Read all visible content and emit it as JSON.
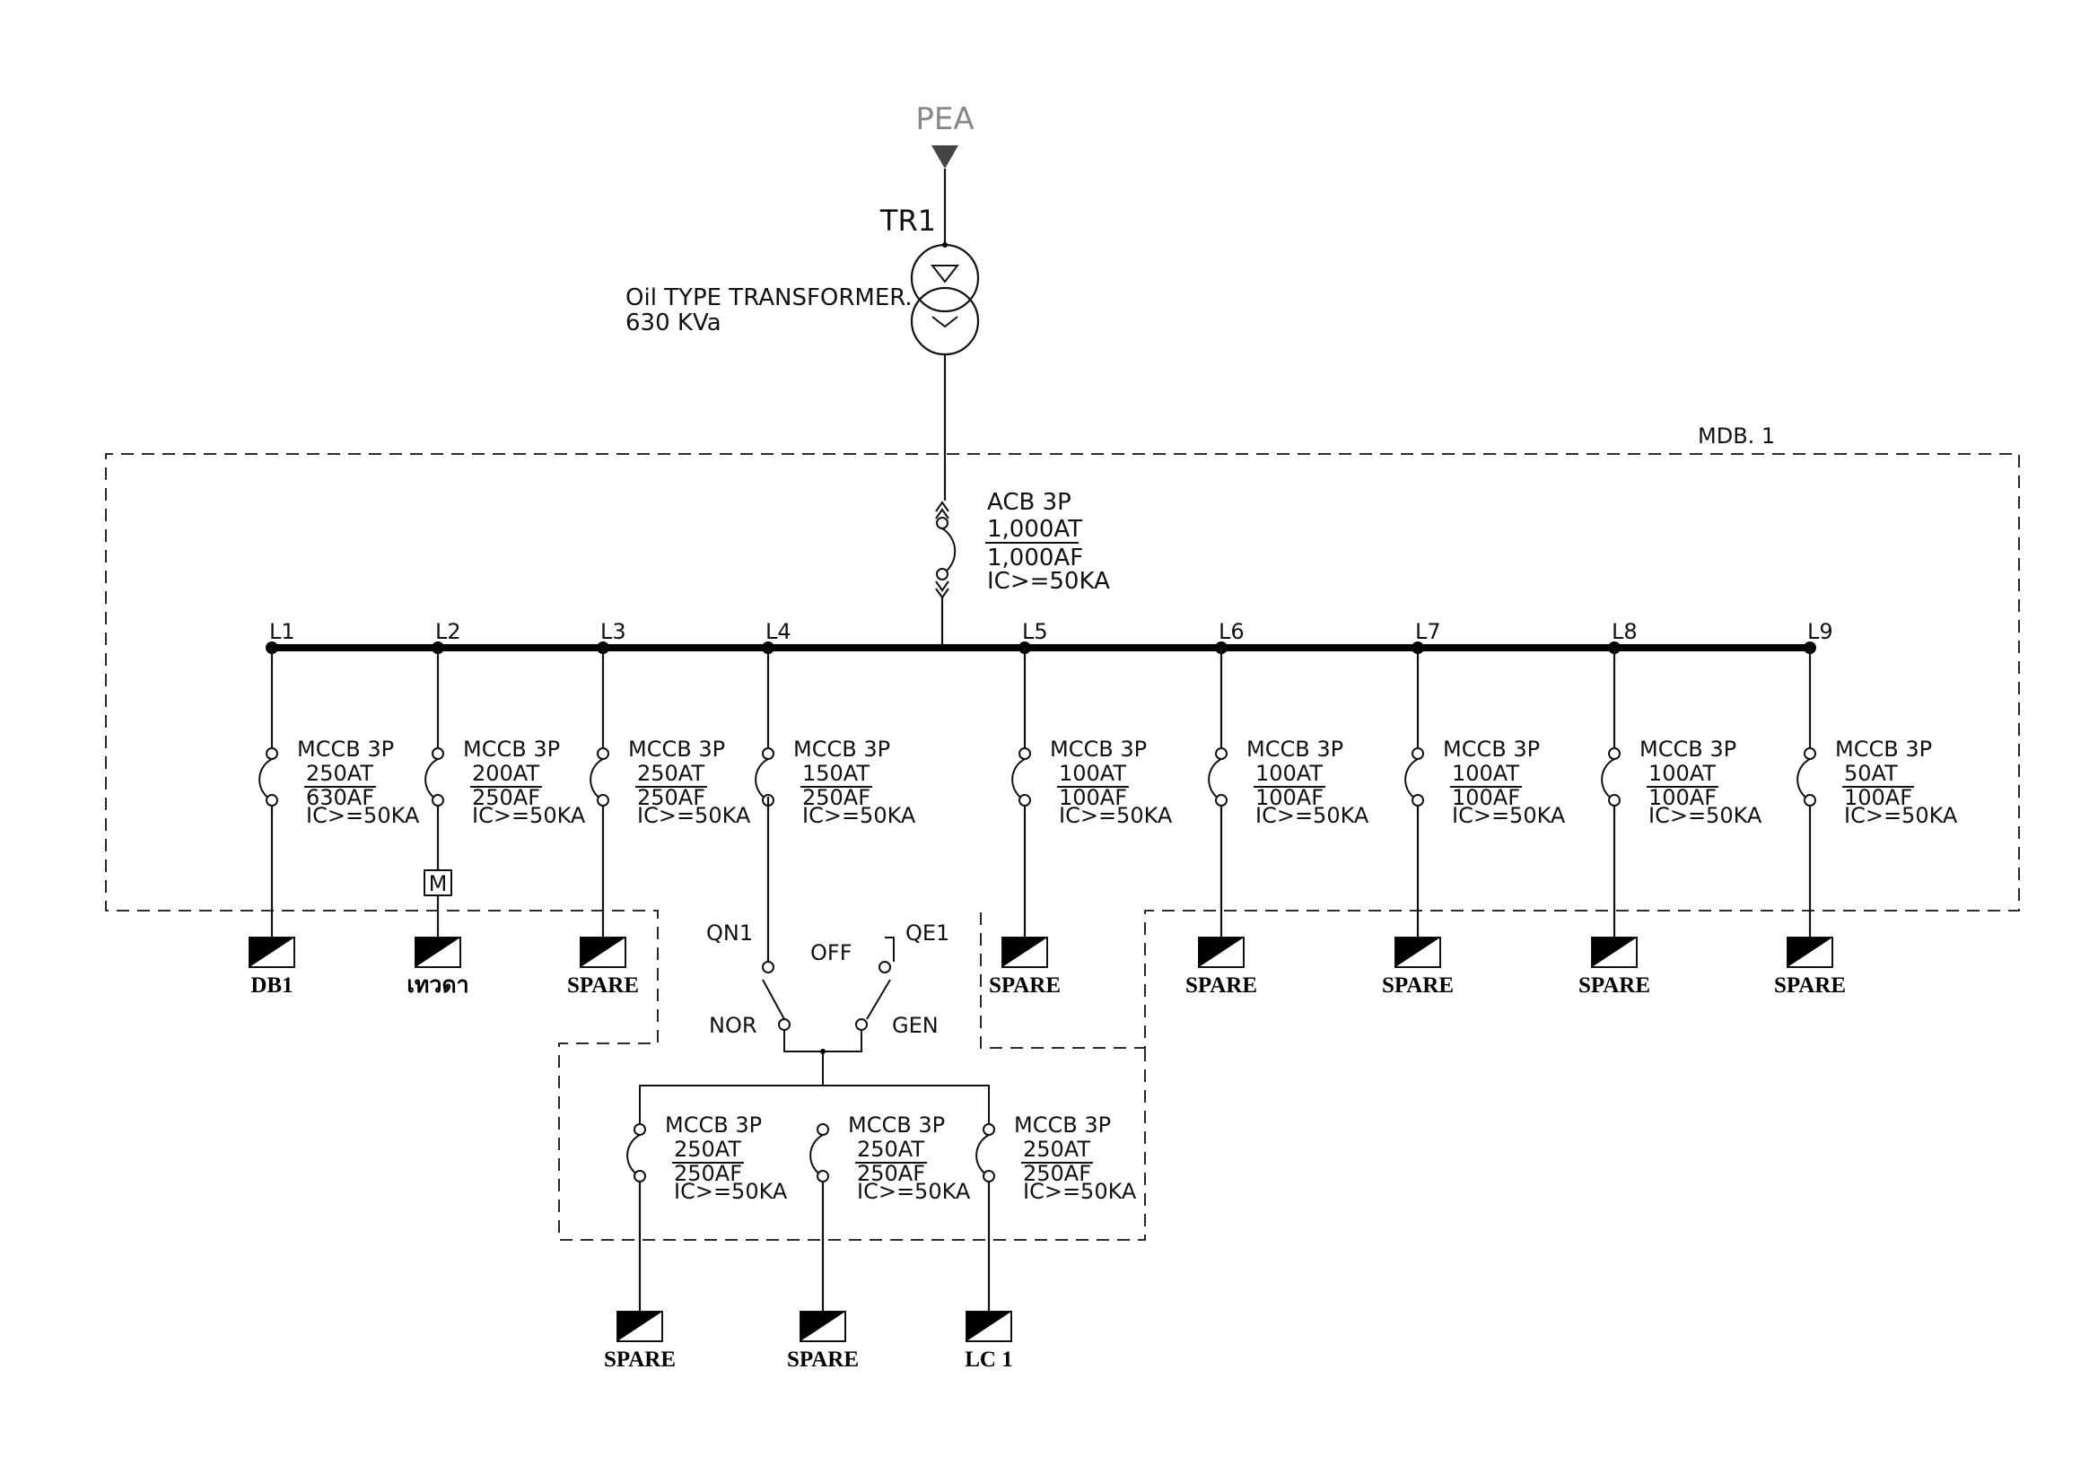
{
  "source": {
    "label": "PEA",
    "color": "#888888"
  },
  "transformer": {
    "tag": "TR1",
    "type_line": "Oil TYPE TRANSFORMER.",
    "rating_line": "630 KVa"
  },
  "panel_label": "MDB. 1",
  "main_breaker": {
    "type": "ACB 3P",
    "trip": "1,000AT",
    "frame": "1,000AF",
    "ic": "IC>=50KA"
  },
  "feeders": [
    {
      "tag": "L1",
      "type": "MCCB 3P",
      "trip": "250AT",
      "frame": "630AF",
      "ic": "IC>=50KA",
      "load": "DB1",
      "meter": ""
    },
    {
      "tag": "L2",
      "type": "MCCB 3P",
      "trip": "200AT",
      "frame": "250AF",
      "ic": "IC>=50KA",
      "load": "เทวดา",
      "meter": "M"
    },
    {
      "tag": "L3",
      "type": "MCCB 3P",
      "trip": "250AT",
      "frame": "250AF",
      "ic": "IC>=50KA",
      "load": "SPARE",
      "meter": ""
    },
    {
      "tag": "L4",
      "type": "MCCB 3P",
      "trip": "150AT",
      "frame": "250AF",
      "ic": "IC>=50KA",
      "load": "",
      "meter": ""
    },
    {
      "tag": "L5",
      "type": "MCCB 3P",
      "trip": "100AT",
      "frame": "100AF",
      "ic": "IC>=50KA",
      "load": "SPARE",
      "meter": ""
    },
    {
      "tag": "L6",
      "type": "MCCB 3P",
      "trip": "100AT",
      "frame": "100AF",
      "ic": "IC>=50KA",
      "load": "SPARE",
      "meter": ""
    },
    {
      "tag": "L7",
      "type": "MCCB 3P",
      "trip": "100AT",
      "frame": "100AF",
      "ic": "IC>=50KA",
      "load": "SPARE",
      "meter": ""
    },
    {
      "tag": "L8",
      "type": "MCCB 3P",
      "trip": "100AT",
      "frame": "100AF",
      "ic": "IC>=50KA",
      "load": "SPARE",
      "meter": ""
    },
    {
      "tag": "L9",
      "type": "MCCB 3P",
      "trip": "50AT",
      "frame": "100AF",
      "ic": "IC>=50KA",
      "load": "SPARE",
      "meter": ""
    }
  ],
  "transfer_switch": {
    "qn": "QN1",
    "off": "OFF",
    "qe": "QE1",
    "nor": "NOR",
    "gen": "GEN"
  },
  "sub_feeders": [
    {
      "type": "MCCB 3P",
      "trip": "250AT",
      "frame": "250AF",
      "ic": "IC>=50KA",
      "load": "SPARE"
    },
    {
      "type": "MCCB 3P",
      "trip": "250AT",
      "frame": "250AF",
      "ic": "IC>=50KA",
      "load": "SPARE"
    },
    {
      "type": "MCCB 3P",
      "trip": "250AT",
      "frame": "250AF",
      "ic": "IC>=50KA",
      "load": "LC 1"
    }
  ]
}
